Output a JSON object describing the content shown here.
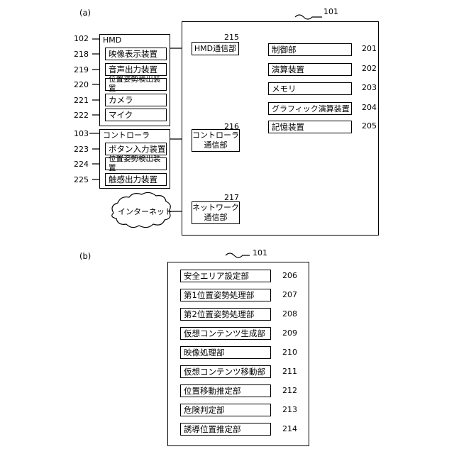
{
  "panel_a": {
    "label": "(a)",
    "main_ref": "101",
    "hmd": {
      "ref": "102",
      "title": "HMD",
      "items": [
        {
          "ref": "218",
          "label": "映像表示装置"
        },
        {
          "ref": "219",
          "label": "音声出力装置"
        },
        {
          "ref": "220",
          "label": "位置姿勢検出装置"
        },
        {
          "ref": "221",
          "label": "カメラ"
        },
        {
          "ref": "222",
          "label": "マイク"
        }
      ]
    },
    "controller": {
      "ref": "103",
      "title": "コントローラ",
      "items": [
        {
          "ref": "223",
          "label": "ボタン入力装置"
        },
        {
          "ref": "224",
          "label": "位置姿勢検出装置"
        },
        {
          "ref": "225",
          "label": "触感出力装置"
        }
      ]
    },
    "comm": [
      {
        "ref": "215",
        "line1": "HMD通信部",
        "line2": ""
      },
      {
        "ref": "216",
        "line1": "コントローラ",
        "line2": "通信部"
      },
      {
        "ref": "217",
        "line1": "ネットワーク",
        "line2": "通信部"
      }
    ],
    "internet": "インターネット",
    "units": [
      {
        "ref": "201",
        "label": "制御部"
      },
      {
        "ref": "202",
        "label": "演算装置"
      },
      {
        "ref": "203",
        "label": "メモリ"
      },
      {
        "ref": "204",
        "label": "グラフィック演算装置"
      },
      {
        "ref": "205",
        "label": "記憶装置"
      }
    ]
  },
  "panel_b": {
    "label": "(b)",
    "ref": "101",
    "units": [
      {
        "ref": "206",
        "label": "安全エリア設定部"
      },
      {
        "ref": "207",
        "label": "第1位置姿勢処理部"
      },
      {
        "ref": "208",
        "label": "第2位置姿勢処理部"
      },
      {
        "ref": "209",
        "label": "仮想コンテンツ生成部"
      },
      {
        "ref": "210",
        "label": "映像処理部"
      },
      {
        "ref": "211",
        "label": "仮想コンテンツ移動部"
      },
      {
        "ref": "212",
        "label": "位置移動推定部"
      },
      {
        "ref": "213",
        "label": "危険判定部"
      },
      {
        "ref": "214",
        "label": "誘導位置推定部"
      }
    ]
  }
}
